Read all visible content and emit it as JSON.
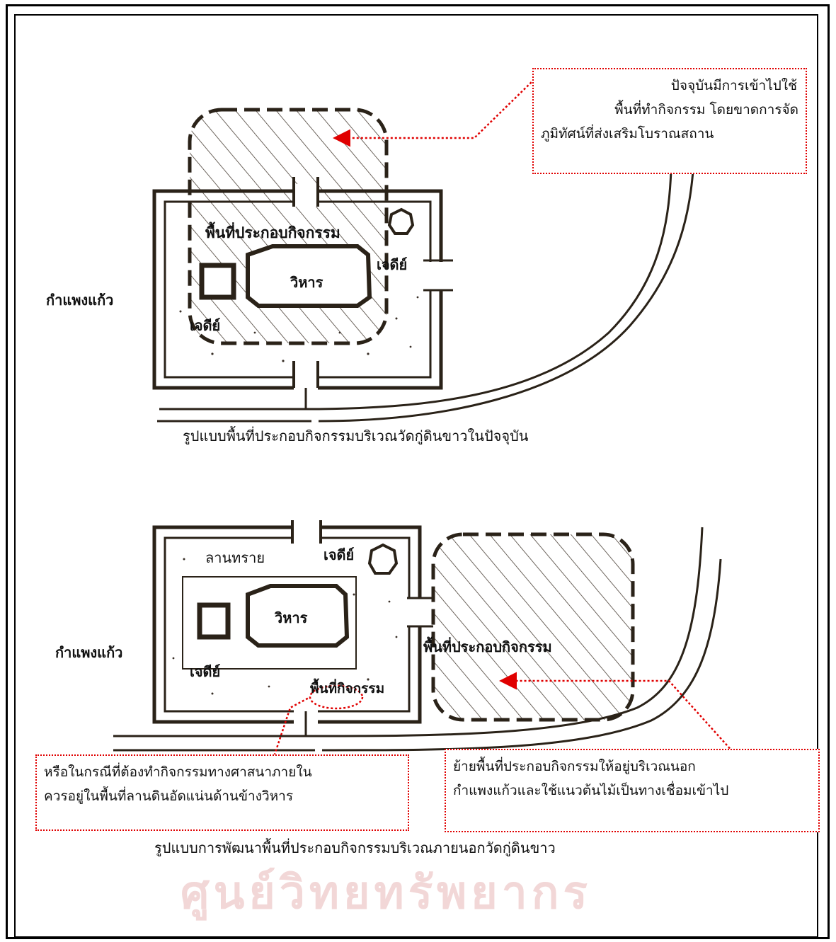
{
  "top": {
    "note_lines": [
      "ปัจจุบันมีการเข้าไปใช้",
      "พื้นที่ทำกิจกรรม โดยขาดการจัด",
      "ภูมิทัศน์ที่ส่งเสริมโบราณสถาน"
    ],
    "activity_area": "พื้นที่ประกอบกิจกรรม",
    "chedi_right": "เจดีย์",
    "vihara": "วิหาร",
    "chedi_left": "เจดีย์",
    "wall": "กำแพงแก้ว",
    "caption": "รูปแบบพื้นที่ประกอบกิจกรรมบริเวณวัดกู่ดินขาวในปัจจุบัน"
  },
  "bottom": {
    "sand_yard": "ลานทราย",
    "chedi_top": "เจดีย์",
    "vihara": "วิหาร",
    "wall": "กำแพงแก้ว",
    "chedi_left": "เจดีย์",
    "activity_small": "พื้นที่กิจกรรม",
    "activity_area": "พื้นที่ประกอบกิจกรรม",
    "note_left_lines": [
      "หรือในกรณีที่ต้องทำกิจกรรมทางศาสนาภายใน",
      "ควรอยู่ในพื้นที่ลานดินอัดแน่นด้านข้างวิหาร"
    ],
    "note_right_lines": [
      "ย้ายพื้นที่ประกอบกิจกรรมให้อยู่บริเวณนอก",
      "กำแพงแก้วและใช้แนวต้นไม้เป็นทางเชื่อมเข้าไป"
    ],
    "caption": "รูปแบบการพัฒนาพื้นที่ประกอบกิจกรรมบริเวณภายนอกวัดกู่ดินขาว"
  },
  "watermark": "ศูนย์วิทยทรัพยากร",
  "colors": {
    "annotation": "#e00000",
    "ink": "#2a2218",
    "watermark": "#f2d7d7"
  }
}
